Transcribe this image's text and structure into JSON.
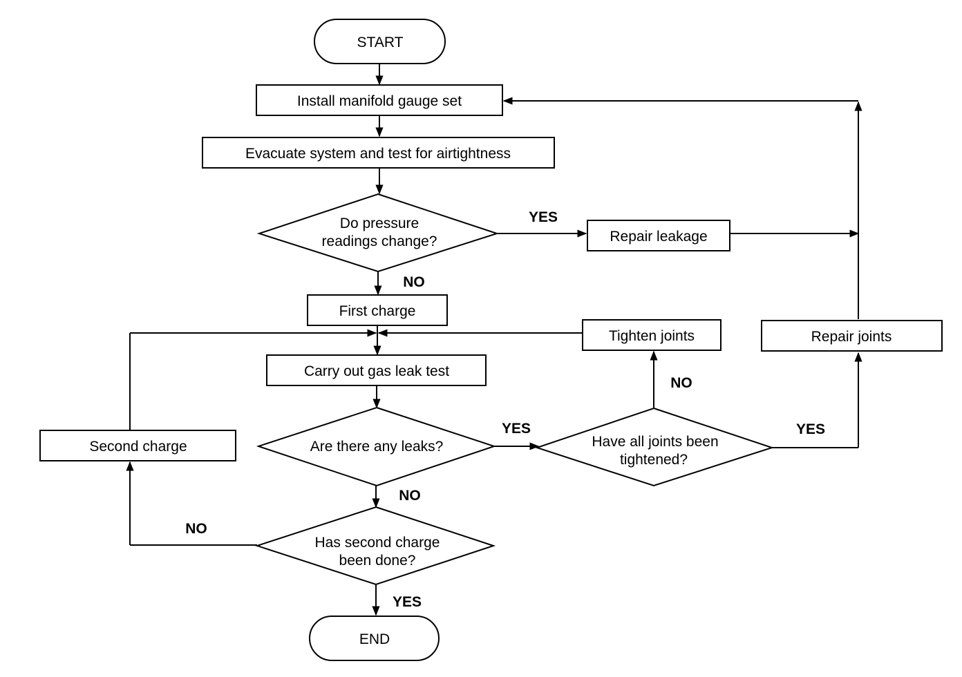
{
  "nodes": {
    "start": "START",
    "install": "Install manifold gauge set",
    "evacuate": "Evacuate system and test for airtightness",
    "pressure_q": [
      "Do pressure",
      "readings change?"
    ],
    "repair_leakage": "Repair leakage",
    "first_charge": "First charge",
    "tighten_joints": "Tighten joints",
    "repair_joints": "Repair joints",
    "gas_leak_test": "Carry out gas leak test",
    "second_charge": "Second charge",
    "leaks_q": "Are there any leaks?",
    "joints_q": [
      "Have all joints been",
      "tightened?"
    ],
    "second_q": [
      "Has second charge",
      "been done?"
    ],
    "end": "END"
  },
  "labels": {
    "pressure_yes": "YES",
    "pressure_no": "NO",
    "joints_no": "NO",
    "leaks_yes": "YES",
    "joints_yes": "YES",
    "leaks_no": "NO",
    "second_no": "NO",
    "second_yes": "YES"
  }
}
